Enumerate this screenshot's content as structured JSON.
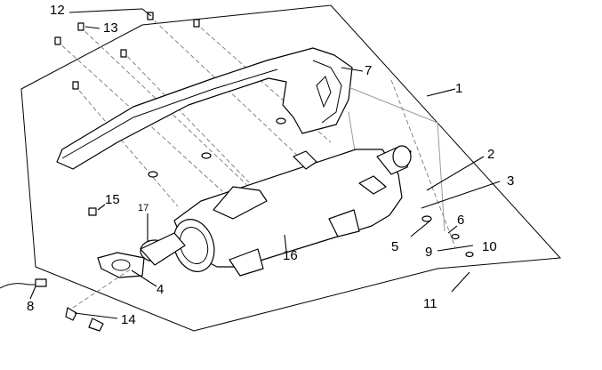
{
  "diagram": {
    "part_callouts": [
      {
        "id": "1",
        "label": "1"
      },
      {
        "id": "2",
        "label": "2"
      },
      {
        "id": "3",
        "label": "3"
      },
      {
        "id": "4",
        "label": "4"
      },
      {
        "id": "5",
        "label": "5"
      },
      {
        "id": "6",
        "label": "6"
      },
      {
        "id": "7",
        "label": "7"
      },
      {
        "id": "8",
        "label": "8"
      },
      {
        "id": "9",
        "label": "9"
      },
      {
        "id": "10",
        "label": "10"
      },
      {
        "id": "11",
        "label": "11"
      },
      {
        "id": "12",
        "label": "12"
      },
      {
        "id": "13",
        "label": "13"
      },
      {
        "id": "14",
        "label": "14"
      },
      {
        "id": "15",
        "label": "15"
      },
      {
        "id": "16",
        "label": "16"
      },
      {
        "id": "17",
        "label": "17"
      }
    ],
    "colors": {
      "line": "#000000",
      "background": "#ffffff",
      "ghost_line": "#9a9a9a"
    }
  }
}
